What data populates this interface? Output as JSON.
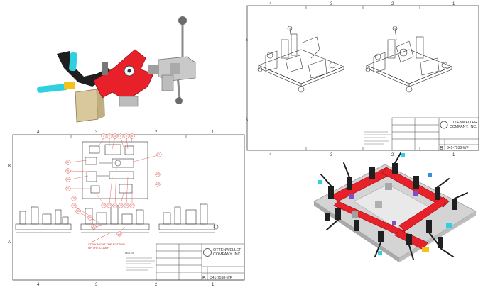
{
  "colors": {
    "fixture_red": "#e8202a",
    "cyan_bar": "#2fd0e0",
    "steel": "#b8b8b8",
    "dark": "#1f1f1f",
    "line": "#555555",
    "callout": "#d2302b",
    "yellow": "#f4c21a",
    "blue": "#3a8fd6"
  },
  "sheet_top": {
    "border_top_labels": [
      "4",
      "3",
      "2",
      "1"
    ],
    "border_bottom_labels": [
      "4",
      "3",
      "2",
      "1"
    ],
    "border_side_labels": [
      "B",
      "A"
    ],
    "company_line1": "OTTENWELLER",
    "company_line2": "COMPANY, INC.",
    "size_letter": "B",
    "drawing_number": "341-7538-WF"
  },
  "sheet_bottom": {
    "border_top_labels": [
      "4",
      "3",
      "2",
      "1"
    ],
    "border_bottom_labels": [
      "4",
      "3",
      "2",
      "1"
    ],
    "border_side_labels": [
      "B",
      "A"
    ],
    "company_line1": "OTTENWELLER",
    "company_line2": "COMPANY, INC.",
    "size_letter": "B",
    "drawing_number": "341-7538-WF",
    "note_line1": "STRIKING AT THE BOTTOM",
    "note_line2": "OF THE CLAMP",
    "notes_heading": "NOTES:",
    "callouts": [
      "1",
      "2",
      "3",
      "4",
      "5",
      "6",
      "7",
      "8",
      "9",
      "10",
      "11",
      "12",
      "13",
      "14",
      "15",
      "16",
      "17",
      "18",
      "19",
      "20",
      "21",
      "22",
      "23",
      "24",
      "25"
    ]
  },
  "icons": {
    "top_left": "clamp-fixture-render-icon",
    "bottom_right": "welding-fixture-frame-render-icon",
    "logo": "ottenweller-logo-icon"
  }
}
